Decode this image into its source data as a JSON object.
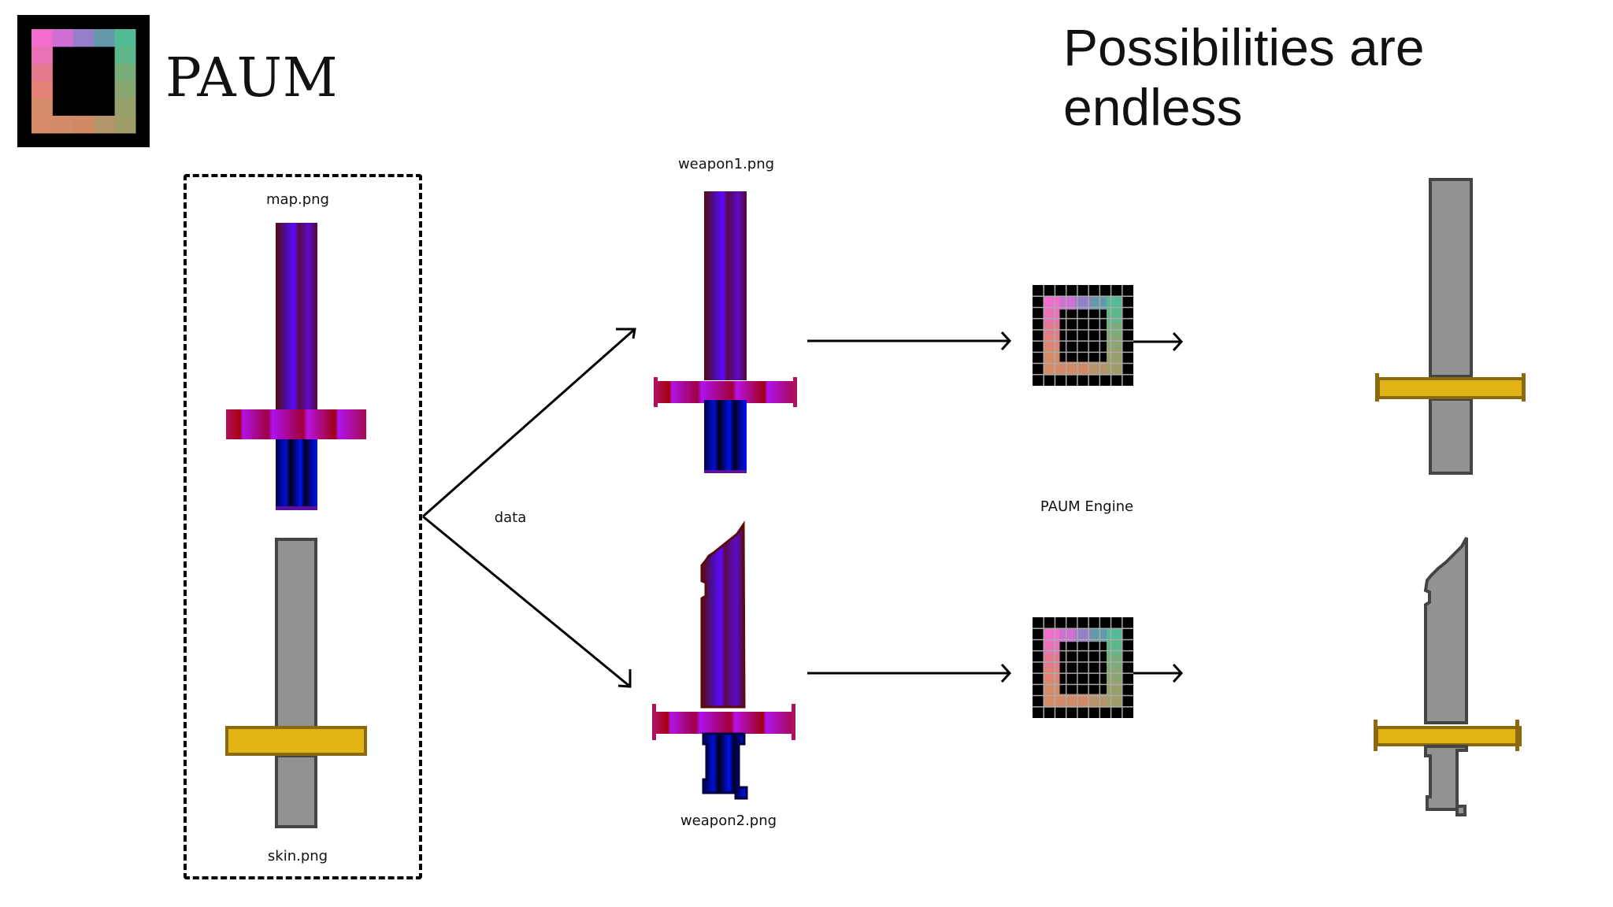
{
  "header": {
    "brand": "PAUM",
    "tagline": "Possibilities are endless"
  },
  "inputs": {
    "map_label": "map.png",
    "skin_label": "skin.png"
  },
  "connector": {
    "label": "data"
  },
  "weapons": [
    {
      "label": "weapon1.png"
    },
    {
      "label": "weapon2.png"
    }
  ],
  "engine": {
    "label": "PAUM Engine"
  },
  "colors": {
    "logo_ring": [
      "#f46dcd",
      "#d06fd4",
      "#9380c9",
      "#6499ab",
      "#53bb95",
      "#ec72b8",
      "#5eb78a",
      "#e47a8e",
      "#79ad78",
      "#e48177",
      "#8aa670",
      "#d48b68",
      "#97a068",
      "#d58a68",
      "#d28b66",
      "#cf8a63",
      "#b4946a",
      "#a09e68"
    ],
    "skin_blade": "#929292",
    "skin_outline": "#444444",
    "skin_guard": "#e2b314",
    "skin_guard_outline": "#8a6a0c"
  }
}
